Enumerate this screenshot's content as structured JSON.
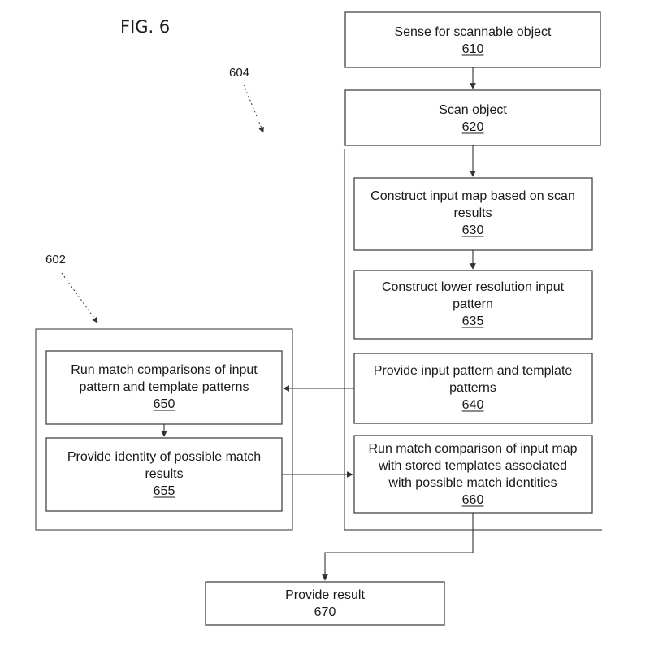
{
  "figure": {
    "title": "FIG. 6",
    "ref_604": "604",
    "ref_602": "602"
  },
  "steps": {
    "s610": {
      "lines": [
        "Sense for scannable object"
      ],
      "number": "610",
      "underlined": true
    },
    "s620": {
      "lines": [
        "Scan object"
      ],
      "number": "620",
      "underlined": true
    },
    "s630": {
      "lines": [
        "Construct input map based on scan",
        "results"
      ],
      "number": "630",
      "underlined": true
    },
    "s635": {
      "lines": [
        "Construct lower resolution input",
        "pattern"
      ],
      "number": "635",
      "underlined": true
    },
    "s640": {
      "lines": [
        "Provide input pattern and template",
        "patterns"
      ],
      "number": "640",
      "underlined": true
    },
    "s650": {
      "lines": [
        "Run match comparisons of input",
        "pattern and template patterns"
      ],
      "number": "650",
      "underlined": true
    },
    "s655": {
      "lines": [
        "Provide identity of possible match",
        "results"
      ],
      "number": "655",
      "underlined": true
    },
    "s660": {
      "lines": [
        "Run match comparison of input map",
        "with stored templates associated",
        "with possible match identities"
      ],
      "number": "660",
      "underlined": true
    },
    "s670": {
      "lines": [
        "Provide result"
      ],
      "number": "670",
      "underlined": false
    }
  }
}
